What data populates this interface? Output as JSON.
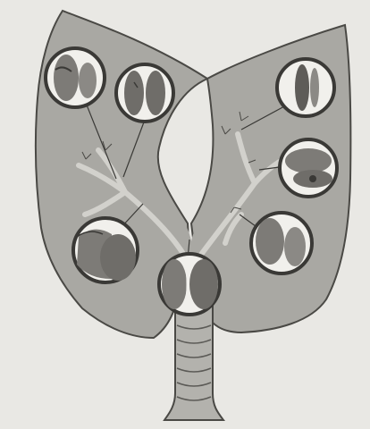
{
  "figure": {
    "background": "#e9e8e4",
    "lung_fill": "#a9a8a3",
    "outline": "#4a4945",
    "inset_ring": "#3a3936",
    "inset_inner": "#f1f0ec",
    "tissue_dark": "#6f6d69",
    "tissue_mid": "#8b8985",
    "trachea_fill": "#b3b2ad"
  },
  "insets": [
    {
      "id": "left-upper-outer"
    },
    {
      "id": "left-upper-inner"
    },
    {
      "id": "right-upper"
    },
    {
      "id": "right-middle"
    },
    {
      "id": "left-lower"
    },
    {
      "id": "right-lower"
    },
    {
      "id": "bifurcation"
    }
  ]
}
